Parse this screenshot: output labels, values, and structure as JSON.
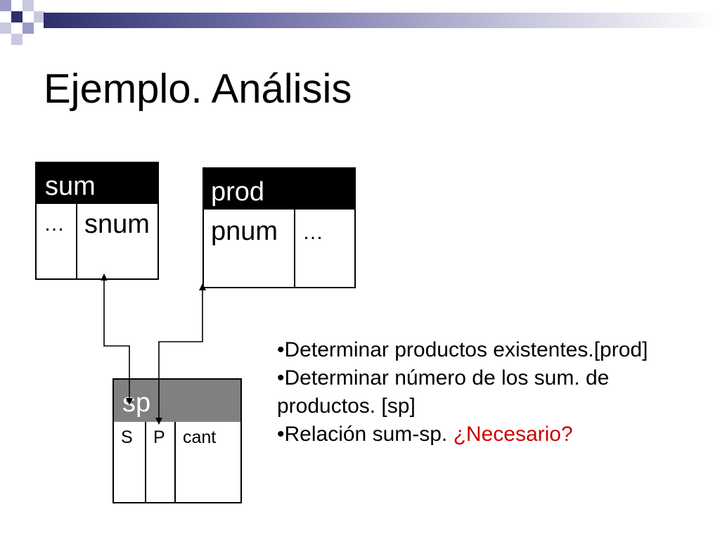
{
  "slide": {
    "title": "Ejemplo. Análisis",
    "accent_color": "#2e2e6e",
    "highlight_color": "#cc0000"
  },
  "entities": {
    "sum": {
      "name": "sum",
      "columns": [
        "…",
        "snum"
      ]
    },
    "prod": {
      "name": "prod",
      "columns": [
        "pnum",
        "…"
      ]
    },
    "sp": {
      "name": "sp",
      "columns": [
        "S",
        "P",
        "cant"
      ]
    }
  },
  "notes": [
    {
      "text": "•Determinar productos existentes.[prod]"
    },
    {
      "text": "•Determinar número de los sum. de productos. [sp]"
    },
    {
      "text": "•Relación sum-sp. ",
      "highlight": "¿Necesario?"
    }
  ]
}
